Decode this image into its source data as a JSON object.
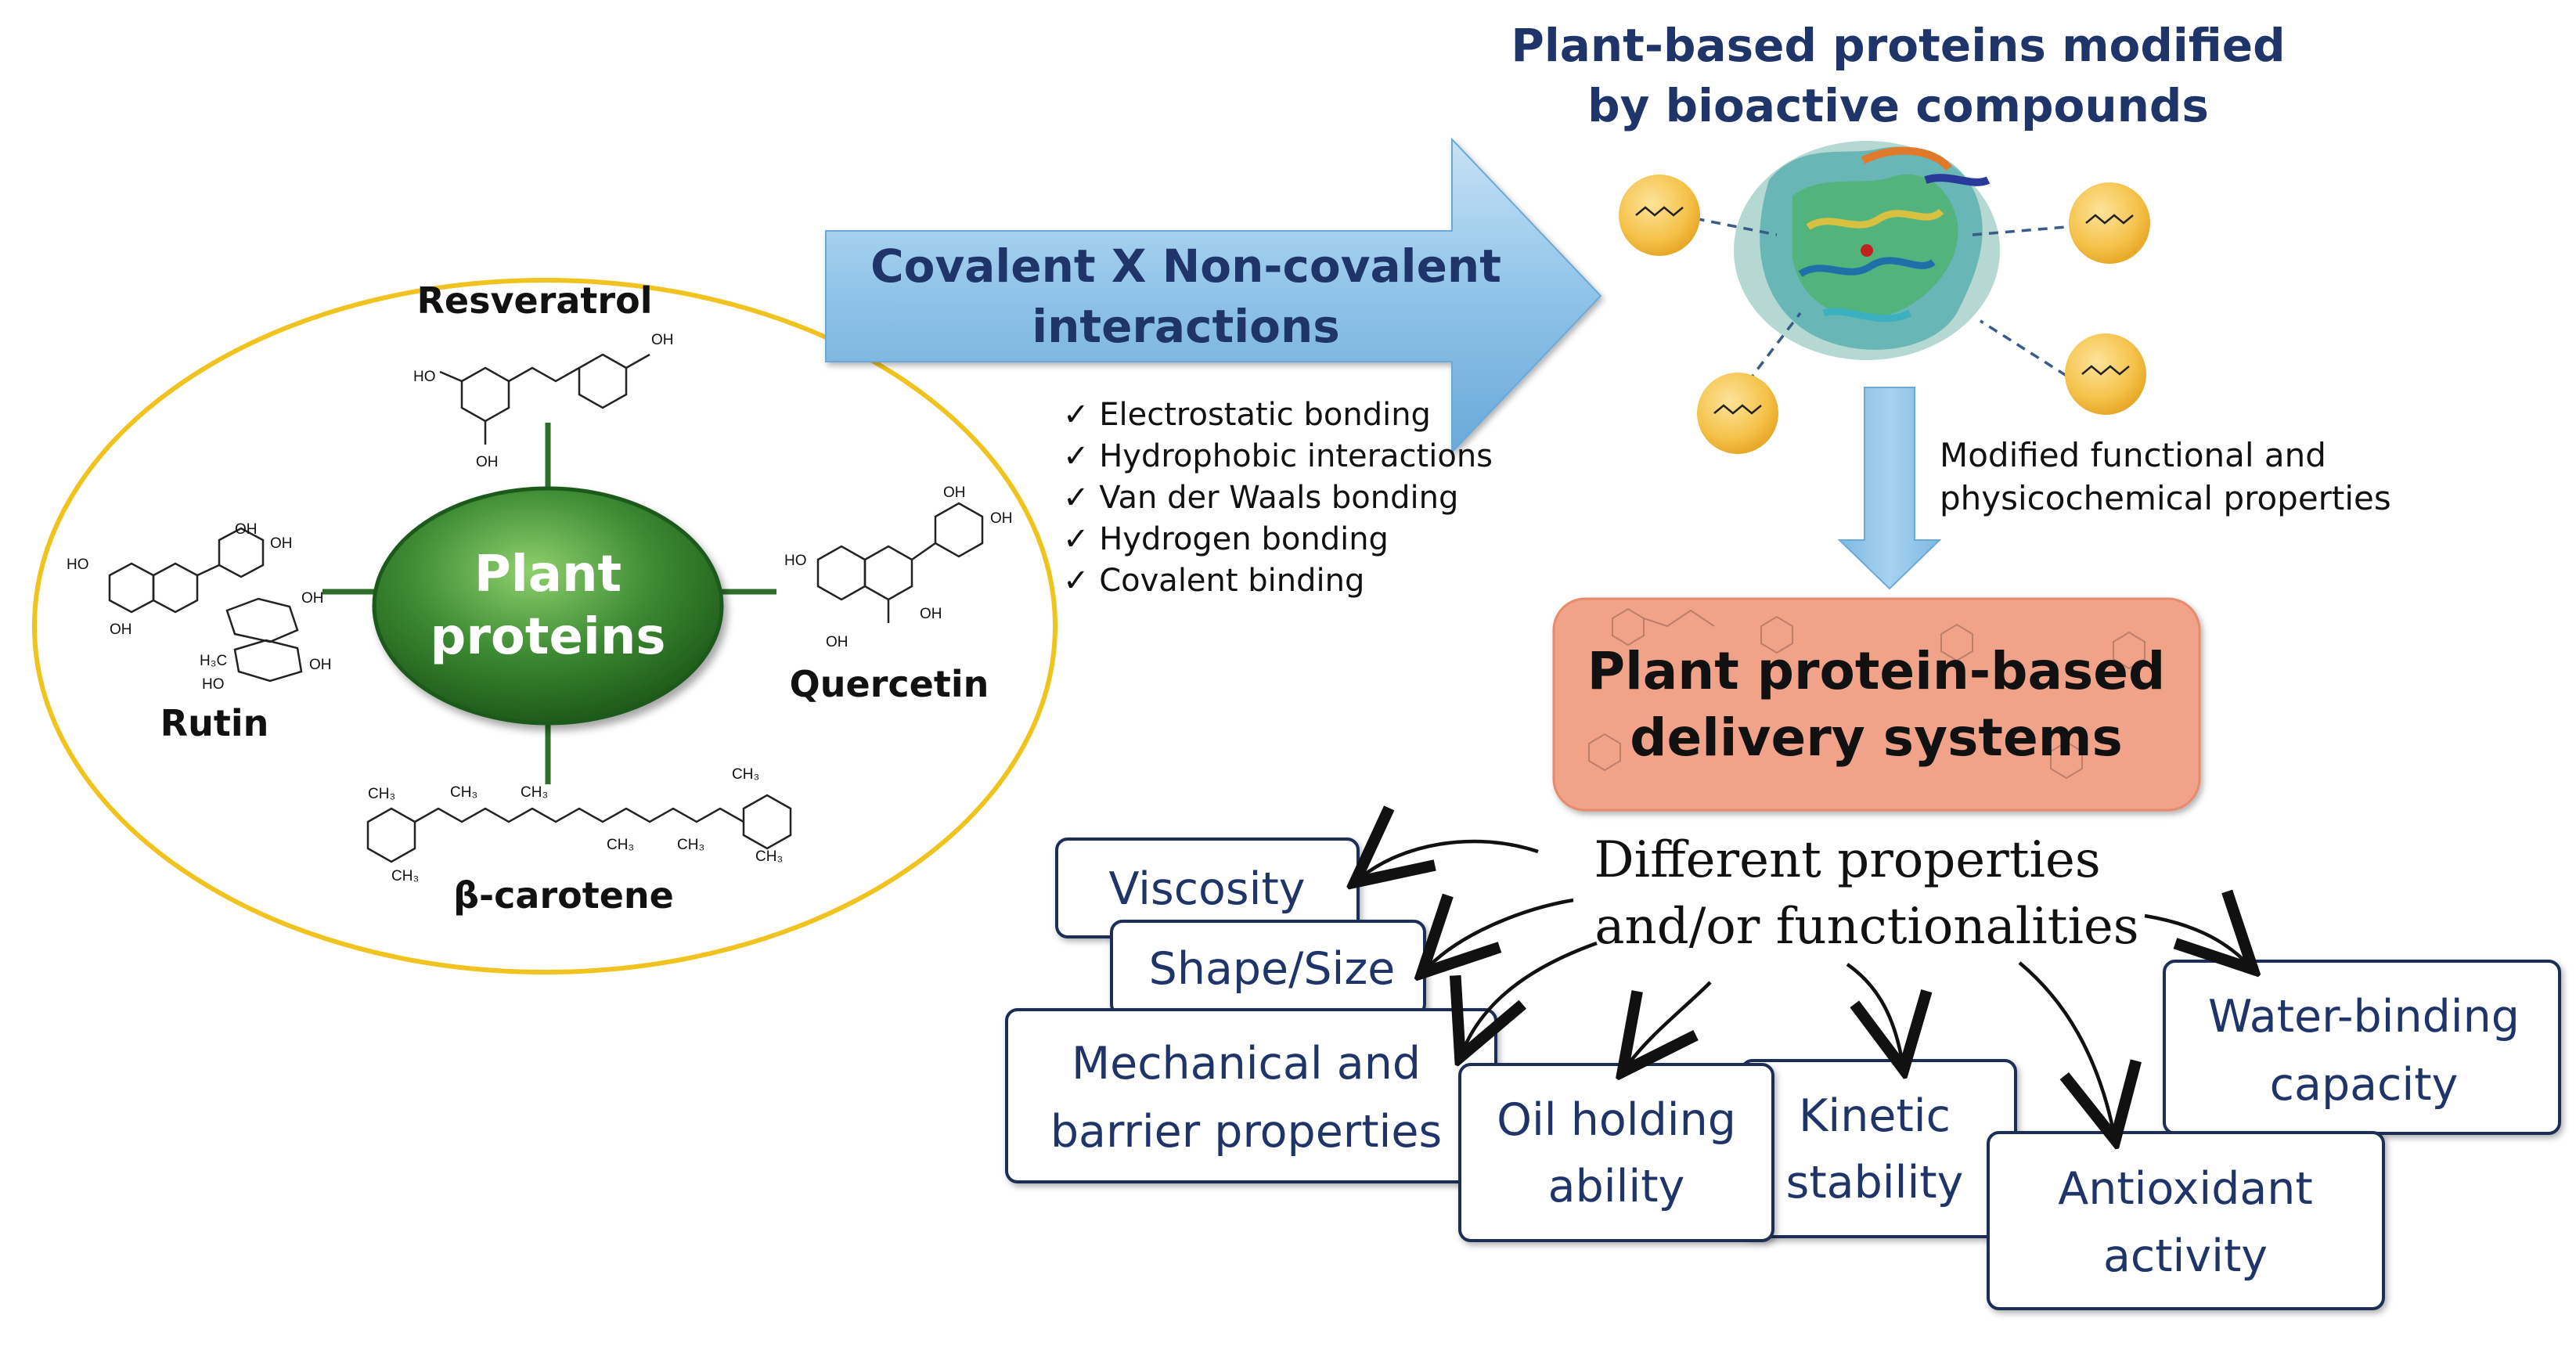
{
  "hub": {
    "title_line1": "Plant",
    "title_line2": "proteins"
  },
  "compounds": {
    "resveratrol": "Resveratrol",
    "rutin": "Rutin",
    "quercetin": "Quercetin",
    "carotene": "β-carotene"
  },
  "arrow": {
    "line1": "Covalent X Non-covalent",
    "line2": "interactions"
  },
  "interactions": [
    "✓ Electrostatic bonding",
    "✓ Hydrophobic interactions",
    "✓ Van der Waals bonding",
    "✓ Hydrogen bonding",
    "✓ Covalent binding"
  ],
  "modified": {
    "line1": "Plant-based proteins modified",
    "line2": "by bioactive compounds"
  },
  "down_arrow_note": {
    "line1": "Modified functional and",
    "line2": "physicochemical properties"
  },
  "delivery": {
    "line1": "Plant protein-based",
    "line2": "delivery systems"
  },
  "properties_heading": {
    "line1": "Different properties",
    "line2": "and/or functionalities"
  },
  "properties": {
    "viscosity": "Viscosity",
    "shape_size": "Shape/Size",
    "mechanical_1": "Mechanical and",
    "mechanical_2": "barrier properties",
    "oil_1": "Oil holding",
    "oil_2": "ability",
    "kinetic_1": "Kinetic",
    "kinetic_2": "stability",
    "antioxidant_1": "Antioxidant",
    "antioxidant_2": "activity",
    "water_1": "Water-binding",
    "water_2": "capacity"
  },
  "chem_labels": {
    "oh": "OH",
    "ho": "HO",
    "ch3": "CH₃",
    "h3c": "H₃C"
  },
  "colors": {
    "ellipse_border": "#f0c31e",
    "hub_green": "#3c8a32",
    "arrow_blue": "#8fc3e8",
    "delivery_fill": "#f1a38a",
    "box_border": "#1f2d55",
    "box_text": "#1f3468",
    "sphere_yellow": "#f5c24a"
  }
}
